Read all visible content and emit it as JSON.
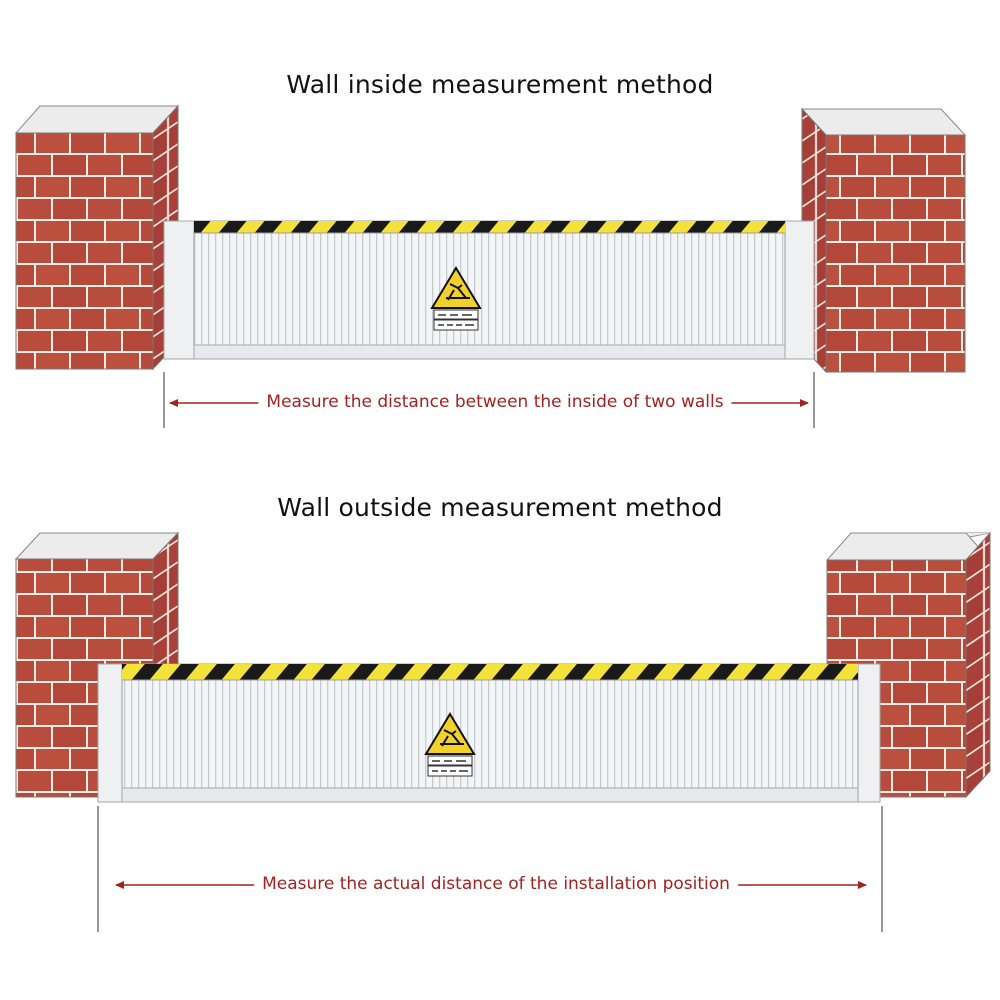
{
  "diagrams": [
    {
      "title": "Wall inside measurement method",
      "measure_label": "Measure the distance between the inside of two walls"
    },
    {
      "title": "Wall outside measurement method",
      "measure_label": "Measure the actual distance of the installation position"
    }
  ],
  "colors": {
    "brick": "#b64a3a",
    "mortar": "#f3ede8",
    "pillar_cap": "#eeeeee",
    "hazard_yellow": "#f2e23a",
    "hazard_black": "#1a1a1a",
    "panel": "#f1f2f4",
    "frame": "#d6d8dc",
    "arrow": "#a52121"
  },
  "icons": [
    "warning-triangle-icon",
    "warning-sign-plate"
  ]
}
